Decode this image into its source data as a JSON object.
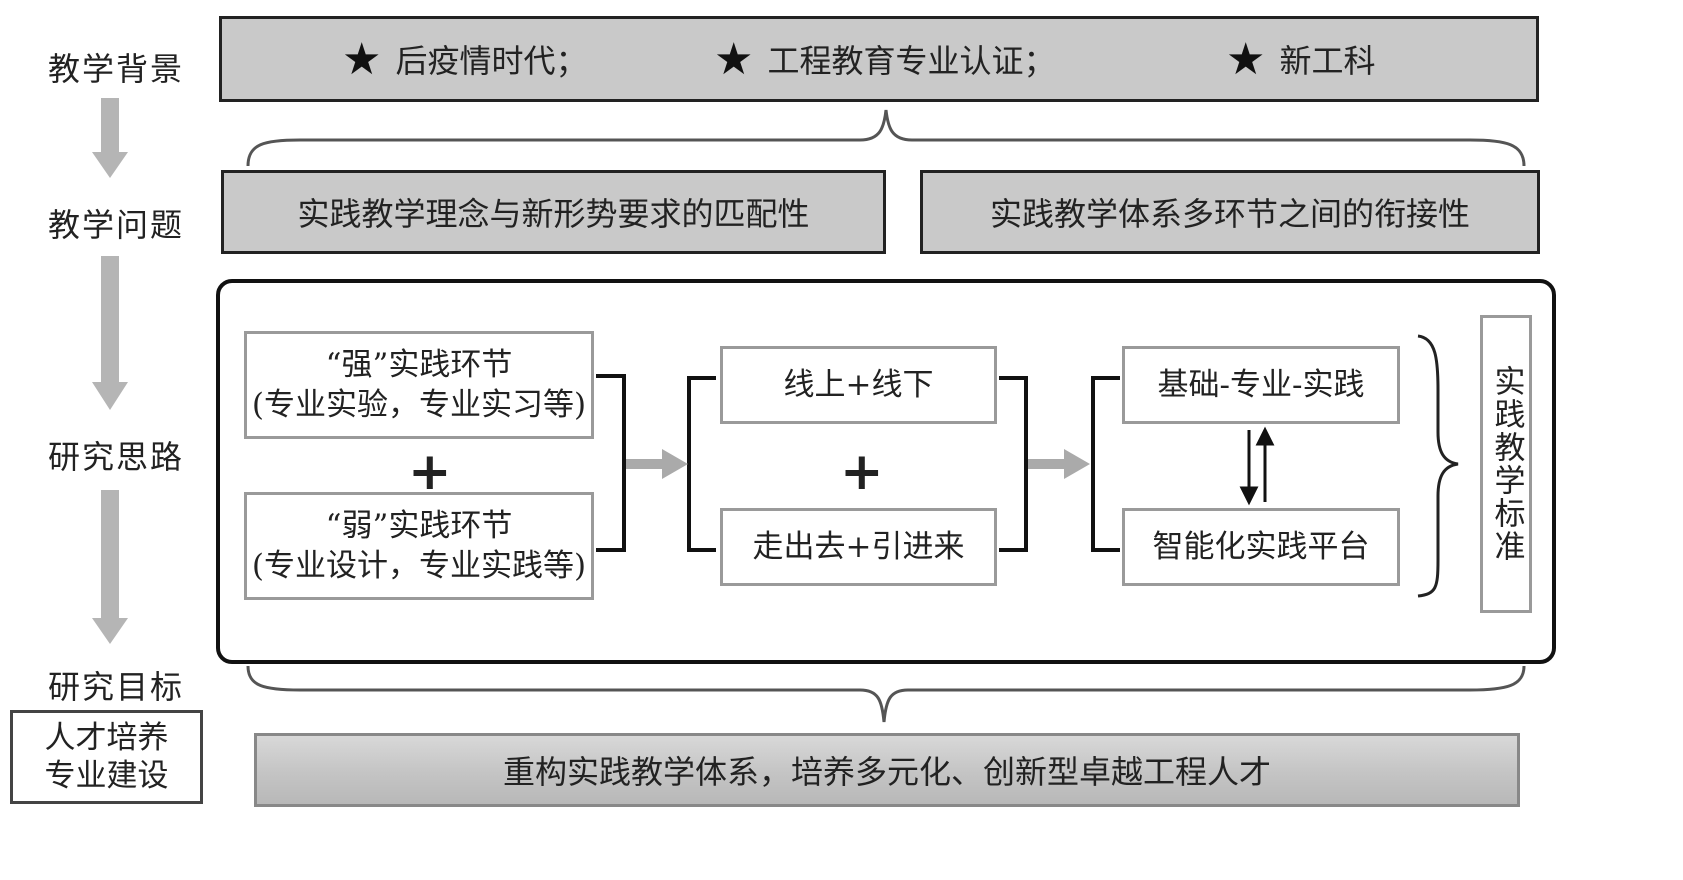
{
  "left_labels": {
    "background": "教学背景",
    "problems": "教学问题",
    "approach": "研究思路",
    "goal": "研究目标",
    "goal_box_line1": "人才培养",
    "goal_box_line2": "专业建设"
  },
  "background": {
    "items": [
      {
        "icon": "star-icon",
        "text": "后疫情时代；"
      },
      {
        "icon": "star-icon",
        "text": "工程教育专业认证；"
      },
      {
        "icon": "star-icon",
        "text": "新工科"
      }
    ]
  },
  "problems": [
    "实践教学理念与新形势要求的匹配性",
    "实践教学体系多环节之间的衔接性"
  ],
  "approach": {
    "strong_title": "“强”实践环节",
    "strong_detail": "(专业实验，专业实习等)",
    "weak_title": "“弱”实践环节",
    "weak_detail": "(专业设计，专业实践等)",
    "plus": "+",
    "online": "线上+线下",
    "outreach": "走出去+引进来",
    "foundation": "基础-专业-实践",
    "platform": "智能化实践平台",
    "standard": "实践教学标准"
  },
  "goal_text": "重构实践教学体系，培养多元化、创新型卓越工程人才",
  "colors": {
    "box_fill": "#c9c9c9",
    "arrow_gray": "#b5b5b5",
    "border_dark": "#222222",
    "border_light": "#9a9a9a"
  }
}
